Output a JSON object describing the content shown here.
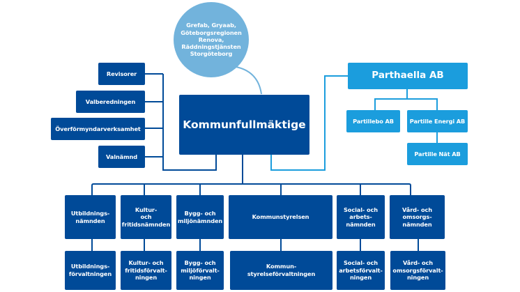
{
  "colors": {
    "dark_blue": "#004a98",
    "light_blue": "#1b9ddd",
    "circle_blue": "#72b3dc",
    "background": "#ffffff"
  },
  "circle": {
    "label": "Grefab,  Gryaab,\nGöteborgsregionen\nRenova,\nRäddningstjänsten\nStorgöteborg"
  },
  "center": {
    "label": "Kommunfullmäktige"
  },
  "left_boxes": [
    {
      "label": "Revisorer"
    },
    {
      "label": "Valberedningen"
    },
    {
      "label": "Överförmyndarverksamhet"
    },
    {
      "label": "Valnämnd"
    }
  ],
  "company": {
    "parent": {
      "label": "Parthaella AB"
    },
    "children": [
      {
        "label": "Partillebo AB"
      },
      {
        "label": "Partille Energi  AB"
      },
      {
        "label": "Partille Nät AB"
      }
    ]
  },
  "committees": [
    {
      "name": "Utbildnings-\nnämnden",
      "admin": "Utbildnings-\nförvaltningen"
    },
    {
      "name": "Kultur-\noch\nfritidsnämnden",
      "admin": "Kultur- och\nfritidsförvalt-\nningen"
    },
    {
      "name": "Bygg- och\nmiljönämnden",
      "admin": "Bygg- och\nmiljöförvalt-\nningen"
    },
    {
      "name": "Kommunstyrelsen",
      "admin": "Kommun-\nstyrelseförvaltningen"
    },
    {
      "name": "Social- och\narbets-\nnämnden",
      "admin": "Social- och\narbetsförvalt-\nningen"
    },
    {
      "name": "Vård- och\nomsorgs-\nnämnden",
      "admin": "Vård- och\nomsorgsförvalt-\nningen"
    }
  ]
}
